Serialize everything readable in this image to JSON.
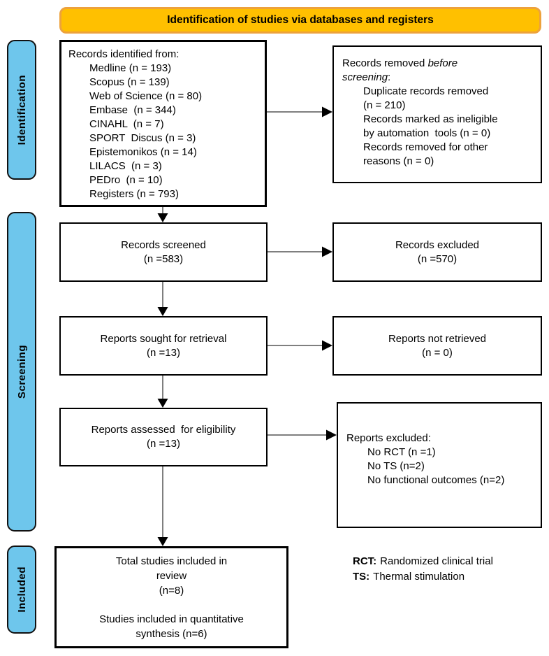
{
  "banner": {
    "title": "Identification of studies via databases and registers"
  },
  "colors": {
    "banner_fill": "#FFC000",
    "banner_border": "#EDA23C",
    "stage_fill": "#6EC6EC",
    "box_border": "#000000",
    "arrow_line": "#7F7F7F",
    "arrow_head": "#000000"
  },
  "stages": {
    "identification": "Identification",
    "screening": "Screening",
    "included": "Included"
  },
  "boxes": {
    "records_identified": {
      "title": "Records identified from:",
      "items": [
        "Medline (n = 193)",
        "Scopus (n = 139)",
        "Web of Science (n = 80)",
        "Embase  (n = 344)",
        "CINAHL  (n = 7)",
        "SPORT  Discus (n = 3)",
        "Epistemonikos (n = 14)",
        "LILACS  (n = 3)",
        "PEDro  (n = 10)",
        "Registers (n = 793)"
      ]
    },
    "records_removed": {
      "title_regular": "Records removed ",
      "title_italic_line1": "before",
      "title_italic_line2": "screening",
      "title_suffix": ":",
      "items": [
        [
          "Duplicate records removed",
          "(n = 210)"
        ],
        [
          "Records marked as ineligible",
          "by automation  tools (n = 0)"
        ],
        [
          "Records removed for other",
          "reasons (n = 0)"
        ]
      ]
    },
    "records_screened": {
      "line1": "Records screened",
      "line2": "(n =583)"
    },
    "records_excluded": {
      "line1": "Records excluded",
      "line2": "(n =570)"
    },
    "reports_sought": {
      "line1": "Reports sought for retrieval",
      "line2": "(n =13)"
    },
    "reports_not_retrieved": {
      "line1": "Reports not retrieved",
      "line2": "(n = 0)"
    },
    "reports_assessed": {
      "line1": "Reports assessed  for eligibility",
      "line2": "(n =13)"
    },
    "reports_excluded": {
      "title": "Reports excluded:",
      "items": [
        "No RCT (n =1)",
        "No TS (n=2)",
        "No functional outcomes (n=2)"
      ]
    },
    "included_total": {
      "line1": "Total studies included in",
      "line2": "review",
      "line3": "(n=8)",
      "line4": "Studies included in quantitative",
      "line5": "synthesis (n=6)"
    }
  },
  "legend": {
    "items": [
      {
        "term": "RCT:",
        "definition": "Randomized clinical trial"
      },
      {
        "term": "TS:",
        "definition": "Thermal stimulation"
      }
    ]
  }
}
